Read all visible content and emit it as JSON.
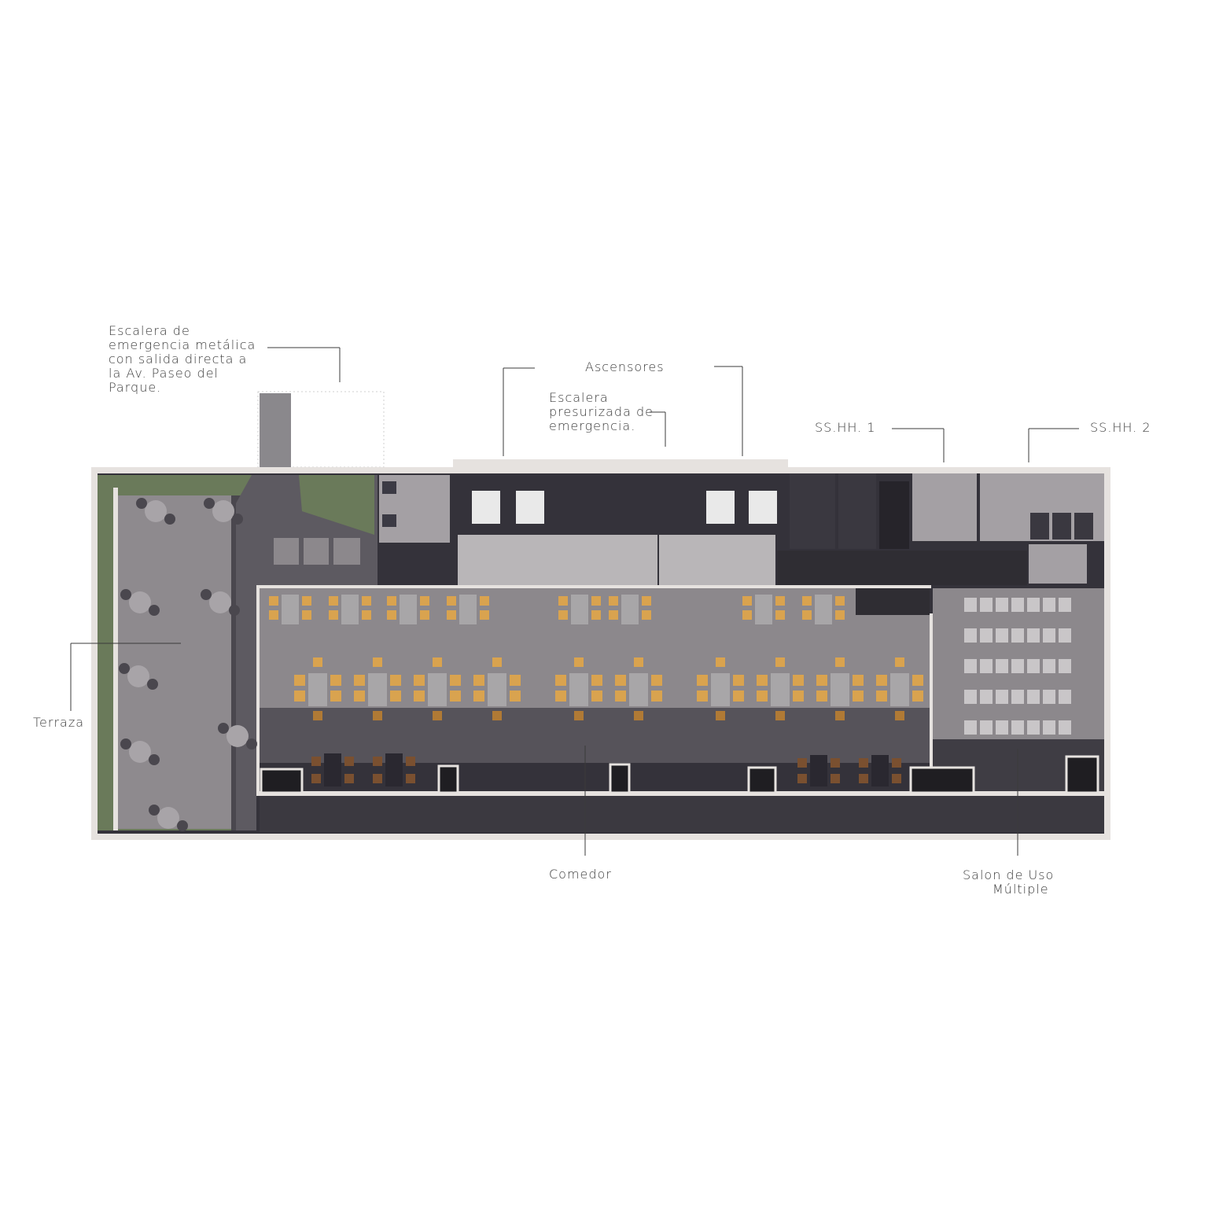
{
  "labels": {
    "escalera_metalica": [
      "Escalera de",
      "emergencia metálica",
      "con salida directa a",
      "la Av. Paseo del",
      "Parque."
    ],
    "ascensores": "Ascensores",
    "escalera_presurizada": [
      "Escalera",
      "presurizada de",
      "emergencia."
    ],
    "sshh1": "SS.HH. 1",
    "sshh2": "SS.HH. 2",
    "terraza": "Terraza",
    "comedor": "Comedor",
    "salon": [
      "Salon de Uso",
      "Múltiple"
    ]
  },
  "colors": {
    "wall": "#e6e2df",
    "floor_dark": "#34323a",
    "floor_mid": "#8c888c",
    "floor_light": "#b9b6b8",
    "terrace_floor": "#8e8a8e",
    "grass": "#6a7a5a",
    "chair_wood": "#d9a34f",
    "table_grey": "#a8a6a8",
    "leader_line": "#3b3b3b"
  }
}
